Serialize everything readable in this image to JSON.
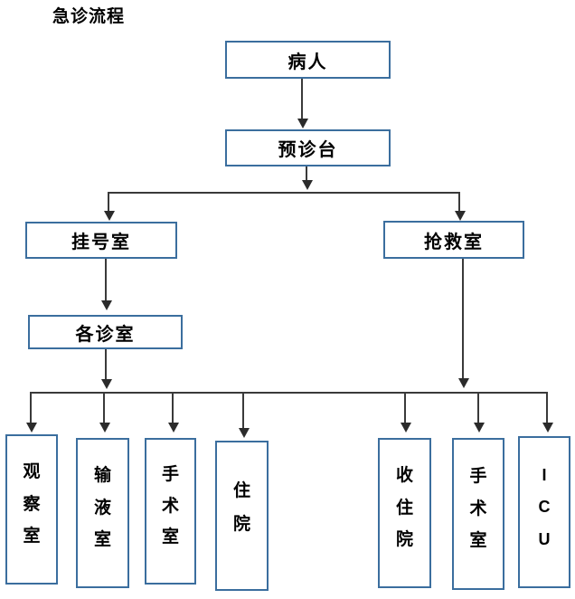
{
  "title": "急诊流程",
  "nodes": {
    "patient": "病人",
    "triage_desk": "预诊台",
    "registration_room": "挂号室",
    "resuscitation_room": "抢救室",
    "consultation_rooms": "各诊室"
  },
  "outcomes_left": [
    {
      "name": "observation-room",
      "label": "观察室",
      "chars": [
        "观",
        "察",
        "室"
      ]
    },
    {
      "name": "infusion-room",
      "label": "输液室",
      "chars": [
        "输",
        "液",
        "室"
      ]
    },
    {
      "name": "operating-room",
      "label": "手术室",
      "chars": [
        "手",
        "术",
        "室"
      ]
    },
    {
      "name": "hospitalization",
      "label": "住院",
      "chars": [
        "住",
        "院"
      ]
    }
  ],
  "outcomes_right": [
    {
      "name": "admit-hospitalization",
      "label": "收住院",
      "chars": [
        "收",
        "住",
        "院"
      ]
    },
    {
      "name": "operating-room-emergency",
      "label": "手术室",
      "chars": [
        "手",
        "术",
        "室"
      ]
    },
    {
      "name": "icu",
      "label": "ICU",
      "chars": [
        "I",
        "C",
        "U"
      ]
    }
  ],
  "colors": {
    "box_border": "#3b6e9e",
    "connector": "#3a3a3a",
    "text": "#000000",
    "background": "#ffffff"
  }
}
